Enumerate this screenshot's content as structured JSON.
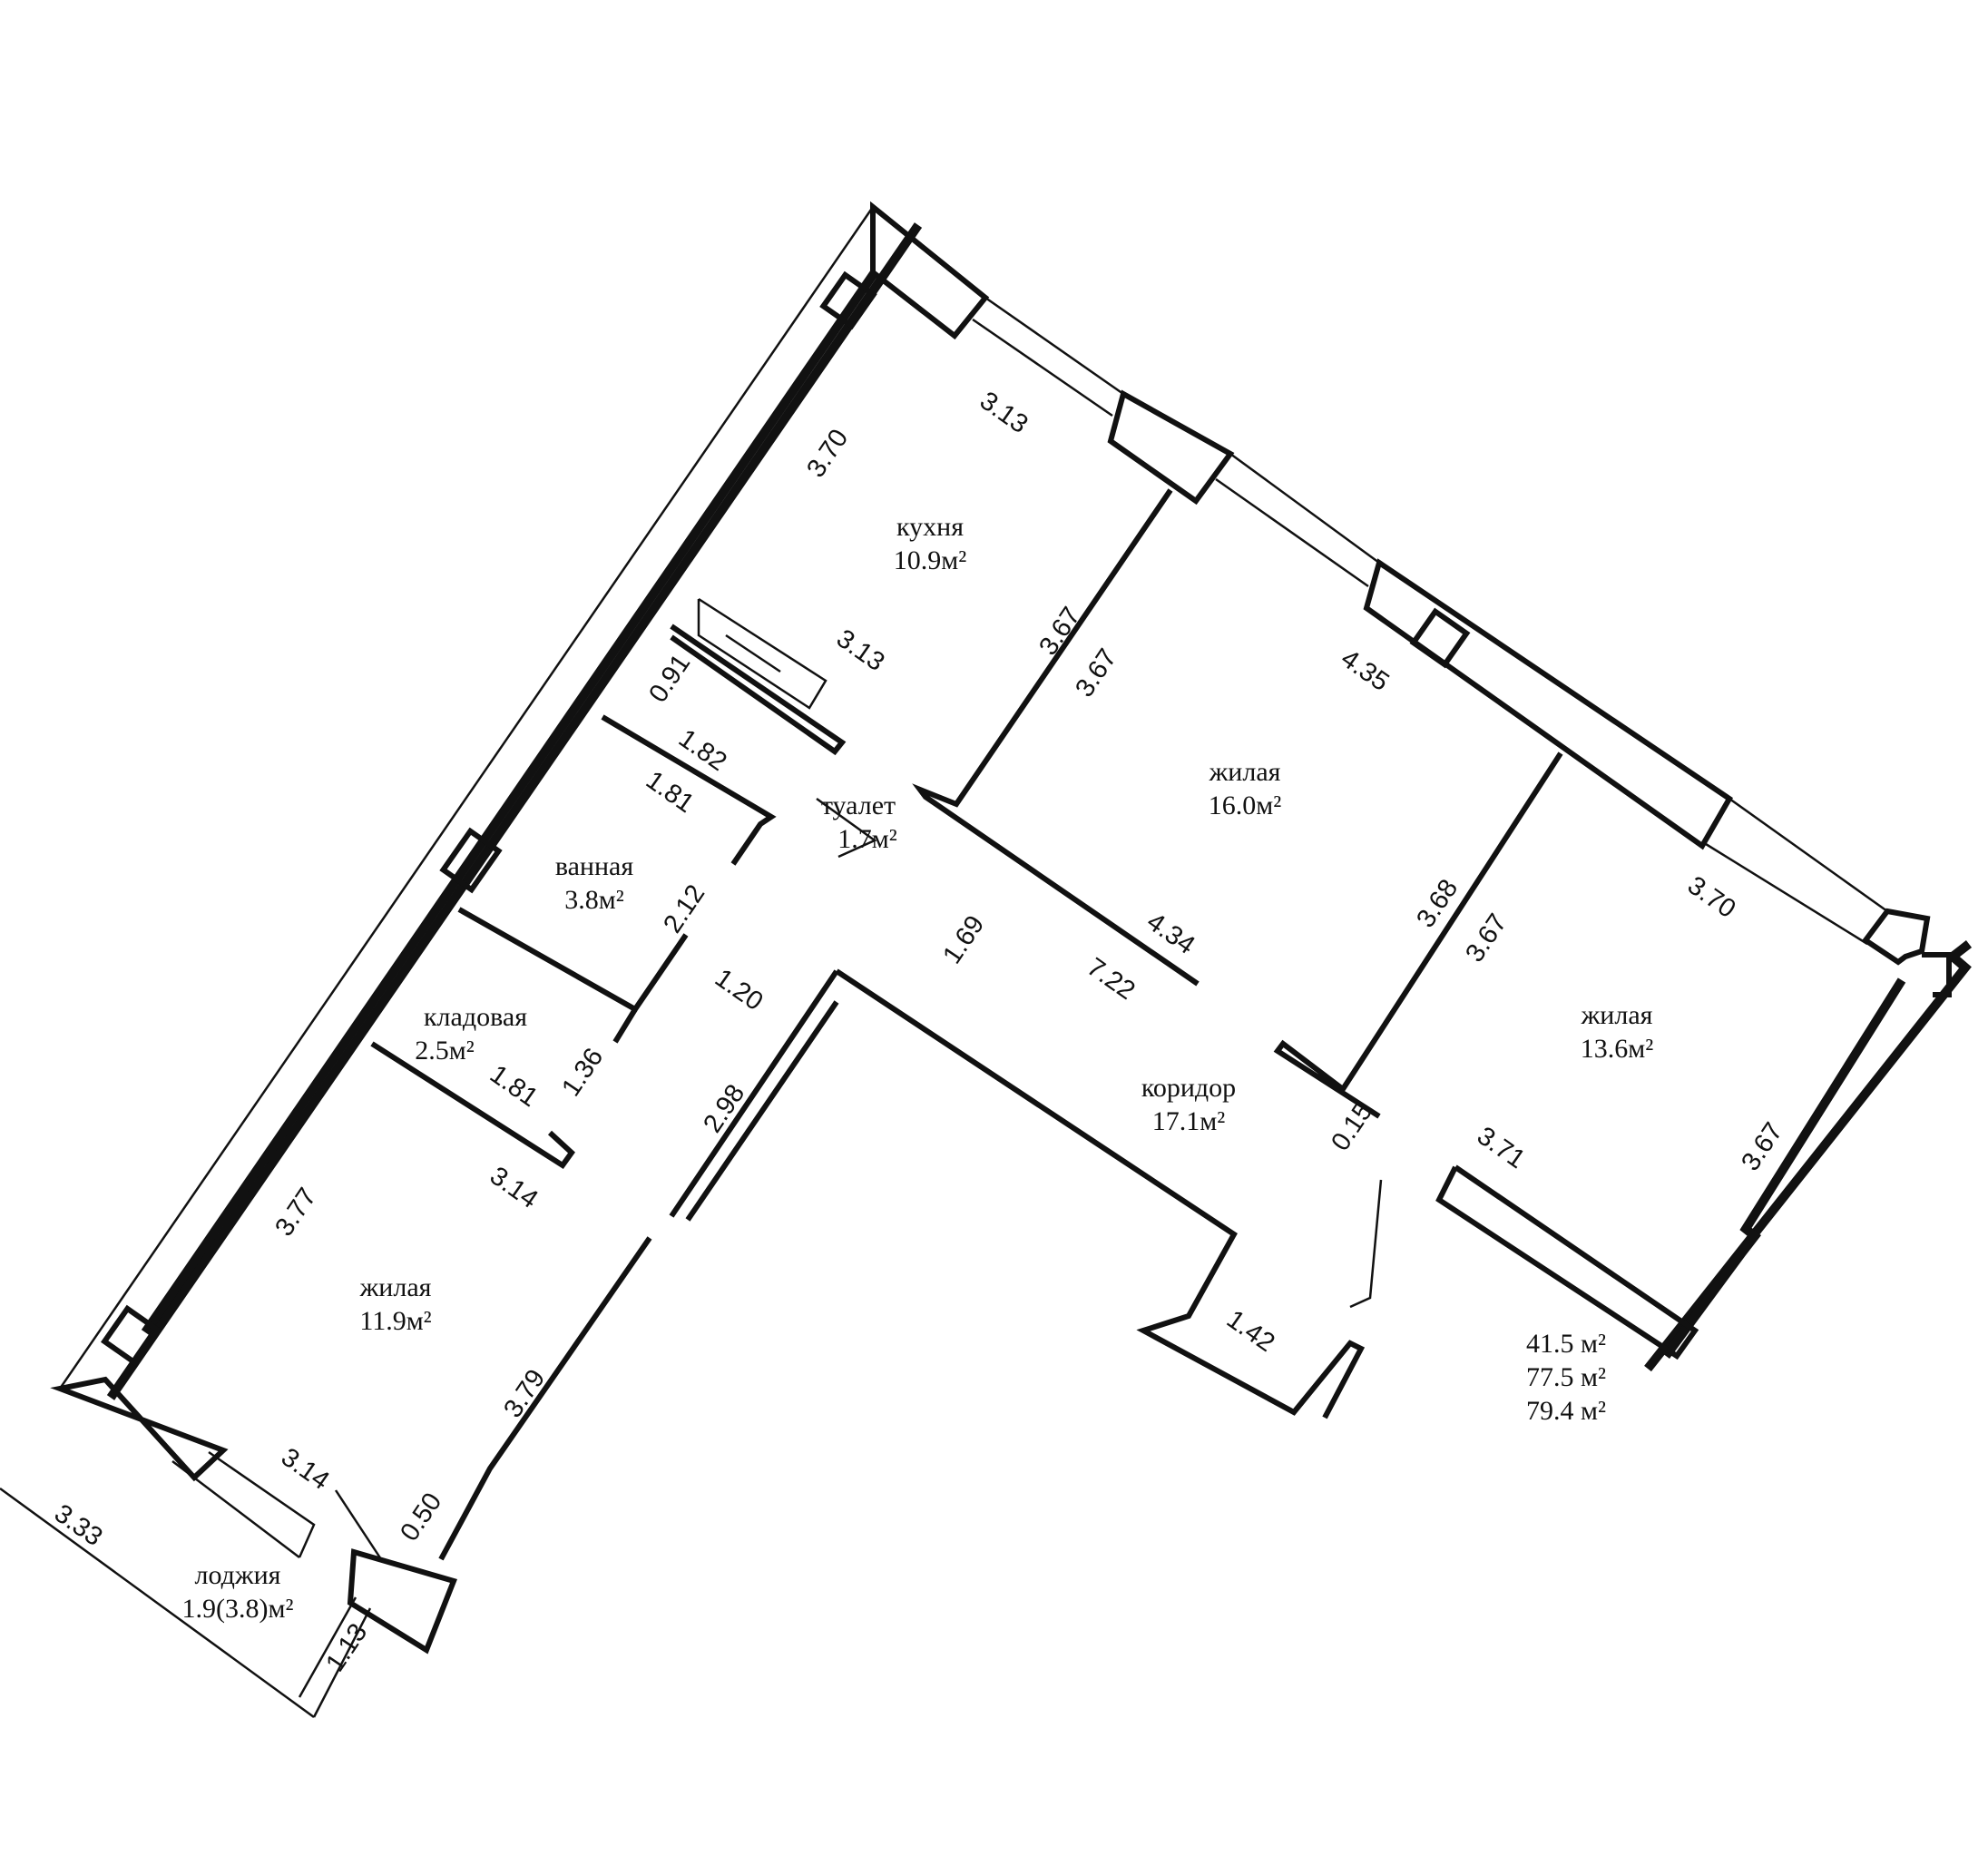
{
  "rooms": {
    "kitchen": {
      "name": "кухня",
      "area": "10.9м²"
    },
    "living1": {
      "name": "жилая",
      "area": "16.0м²"
    },
    "living2": {
      "name": "жилая",
      "area": "13.6м²"
    },
    "living3": {
      "name": "жилая",
      "area": "11.9м²"
    },
    "toilet": {
      "name": "туалет",
      "area": "1.7м²"
    },
    "bath": {
      "name": "ванная",
      "area": "3.8м²"
    },
    "storage": {
      "name": "кладовая",
      "area": "2.5м²"
    },
    "corridor": {
      "name": "коридор",
      "area": "17.1м²"
    },
    "loggia": {
      "name": "лоджия",
      "area": "1.9(3.8)м²"
    }
  },
  "dimensions": {
    "d1": "3.70",
    "d2": "3.13",
    "d3": "3.13",
    "d4": "0.91",
    "d5": "3.67",
    "d6": "3.67",
    "d7": "4.35",
    "d8": "1.82",
    "d9": "1.81",
    "d10": "2.12",
    "d11": "1.69",
    "d12": "4.34",
    "d13": "7.22",
    "d14": "3.68",
    "d15": "3.67",
    "d16": "3.70",
    "d17": "1.20",
    "d18": "1.36",
    "d19": "1.81",
    "d20": "2.98",
    "d21": "0.15",
    "d22": "3.71",
    "d23": "3.67",
    "d24": "3.77",
    "d25": "3.14",
    "d26": "3.79",
    "d27": "1.42",
    "d28": "3.14",
    "d29": "0.50",
    "d30": "3.33",
    "d31": "1.13"
  },
  "totals": {
    "living_area": "41.5 м²",
    "total_area": "77.5 м²",
    "total_with_loggia": "79.4 м²"
  }
}
